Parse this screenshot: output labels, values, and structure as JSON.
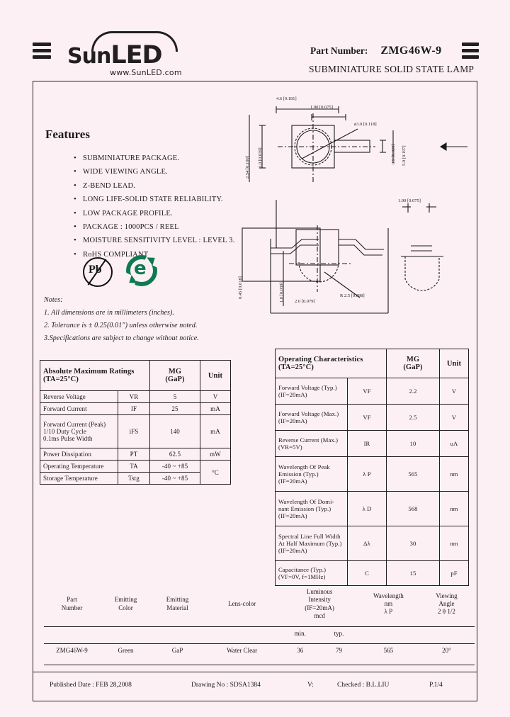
{
  "header": {
    "logo_text_sun": "Sun",
    "logo_text_led": "LED",
    "website": "www.SunLED.com",
    "part_number_label": "Part Number:",
    "part_number": "ZMG46W-9",
    "subtitle": "SUBMINIATURE SOLID STATE LAMP"
  },
  "features": {
    "title": "Features",
    "items": [
      "SUBMINIATURE PACKAGE.",
      "WIDE  VIEWING  ANGLE.",
      "Z-BEND  LEAD.",
      "LONG LIFE-SOLID STATE RELIABILITY.",
      "LOW PACKAGE PROFILE.",
      "PACKAGE : 1000PCS / REEL",
      "MOISTURE SENSITIVITY LEVEL : LEVEL 3.",
      "RoHS COMPLIANT."
    ],
    "pb_free_label": "Pb",
    "rohs_label": "e"
  },
  "notes": {
    "title": "Notes:",
    "items": [
      "1. All dimensions are in millimeters (inches).",
      "2. Tolerance is ± 0.25(0.01\") unless otherwise noted.",
      "3.Specifications are subject to change without notice."
    ]
  },
  "drawing": {
    "labels": [
      "4.6  [0.181]",
      "1.90 [0.075]",
      "ø3.0 [0.118]",
      "2.54 [0.100]",
      "1.0 [0.039]",
      "0.5 [0.020]",
      "5.0 [0.197]",
      "0.45 [0.018]",
      "2.0 [0.079]",
      "1.0 [0.039]",
      "R 2.5 [0.098]"
    ]
  },
  "abs_max": {
    "title": "Absolute Maximum Ratings",
    "subtitle": "(TA=25°C)",
    "col_mg": "MG",
    "col_mg_sub": "(GaP)",
    "col_unit": "Unit",
    "rows": [
      {
        "param": "Reverse Voltage",
        "sym": "VR",
        "value": "5",
        "unit": "V"
      },
      {
        "param": "Forward Current",
        "sym": "IF",
        "value": "25",
        "unit": "mA"
      },
      {
        "param": "Forward Current (Peak)\n1/10 Duty Cycle\n0.1ms Pulse Width",
        "sym": "iFS",
        "value": "140",
        "unit": "mA"
      },
      {
        "param": "Power Dissipation",
        "sym": "PT",
        "value": "62.5",
        "unit": "mW"
      },
      {
        "param": "Operating Temperature",
        "sym": "TA",
        "value": "-40 ~ +85",
        "unit": "°C"
      },
      {
        "param": "Storage Temperature",
        "sym": "Tstg",
        "value": "-40 ~ +85",
        "unit": ""
      }
    ],
    "row1_param": "Reverse Voltage",
    "row1_sym": "VR",
    "row1_value": "5",
    "row1_unit": "V",
    "row2_param": "Forward Current",
    "row2_sym": "IF",
    "row2_value": "25",
    "row2_unit": "mA",
    "row3_param_l1": "Forward Current (Peak)",
    "row3_param_l2": "1/10 Duty Cycle",
    "row3_param_l3": "0.1ms Pulse Width",
    "row3_sym": "iFS",
    "row3_value": "140",
    "row3_unit": "mA",
    "row4_param": "Power Dissipation",
    "row4_sym": "PT",
    "row4_value": "62.5",
    "row4_unit": "mW",
    "row5_param": "Operating Temperature",
    "row5_sym": "TA",
    "row5_value": "-40 ~ +85",
    "row5_unit": "°C",
    "row6_param": "Storage Temperature",
    "row6_sym": "Tstg",
    "row6_value": "-40 ~ +85"
  },
  "op_char": {
    "title": "Operating Characteristics",
    "subtitle": "(TA=25°C)",
    "col_mg": "MG",
    "col_mg_sub": "(GaP)",
    "col_unit": "Unit",
    "r1_l1": "Forward Voltage (Typ.)",
    "r1_l2": "(IF=20mA)",
    "r1_sym": "VF",
    "r1_val": "2.2",
    "r1_unit": "V",
    "r2_l1": "Forward Voltage (Max.)",
    "r2_l2": "(IF=20mA)",
    "r2_sym": "VF",
    "r2_val": "2.5",
    "r2_unit": "V",
    "r3_l1": "Reverse Current (Max.)",
    "r3_l2": "(VR=5V)",
    "r3_sym": "IR",
    "r3_val": "10",
    "r3_unit": "uA",
    "r4_l1": "Wavelength Of Peak",
    "r4_l2": "Emission (Typ.)",
    "r4_l3": "(IF=20mA)",
    "r4_sym": "λ P",
    "r4_val": "565",
    "r4_unit": "nm",
    "r5_l1": "Wavelength Of Domi-",
    "r5_l2": "nant Emission (Typ.)",
    "r5_l3": "(IF=20mA)",
    "r5_sym": "λ D",
    "r5_val": "568",
    "r5_unit": "nm",
    "r6_l1": "Spectral Line Full Width",
    "r6_l2": "At Half Maximum (Typ.)",
    "r6_l3": "(IF=20mA)",
    "r6_sym": "Δλ",
    "r6_val": "30",
    "r6_unit": "nm",
    "r7_l1": "Capacitance (Typ.)",
    "r7_l2": "(VF=0V, f=1MHz)",
    "r7_sym": "C",
    "r7_val": "15",
    "r7_unit": "pF"
  },
  "spec_table": {
    "h_part_1": "Part",
    "h_part_2": "Number",
    "h_color_1": "Emitting",
    "h_color_2": "Color",
    "h_mat_1": "Emitting",
    "h_mat_2": "Material",
    "h_lens": "Lens-color",
    "h_lum_1": "Luminous",
    "h_lum_2": "Intensity",
    "h_lum_3": "(IF=20mA)",
    "h_lum_4": "mcd",
    "h_wave_1": "Wavelength",
    "h_wave_2": "nm",
    "h_wave_3": "λ P",
    "h_angle_1": "Viewing",
    "h_angle_2": "Angle",
    "h_angle_3": "2 θ 1/2",
    "sub_min": "min.",
    "sub_typ": "typ.",
    "d_part": "ZMG46W-9",
    "d_color": "Green",
    "d_mat": "GaP",
    "d_lens": "Water Clear",
    "d_min": "36",
    "d_typ": "79",
    "d_wave": "565",
    "d_angle": "20°"
  },
  "footer": {
    "published": "Published Date : FEB  28,2008",
    "drawing_no": "Drawing No : SDSA1384",
    "version": "V:",
    "checked": "Checked : B.L.LIU",
    "page": "P.1/4"
  }
}
